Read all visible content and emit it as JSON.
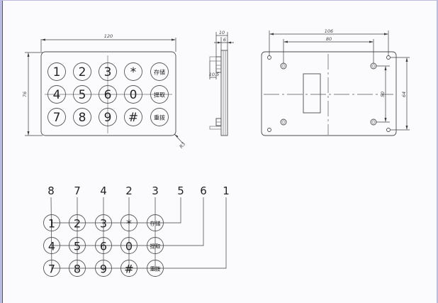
{
  "drawing": {
    "front_view": {
      "keys": [
        [
          "1",
          "2",
          "3",
          "*",
          "存储"
        ],
        [
          "4",
          "5",
          "6",
          "0",
          "提取"
        ],
        [
          "7",
          "8",
          "9",
          "#",
          "重拨"
        ]
      ],
      "dim_width": "120",
      "dim_height": "76",
      "dim_radius": "R3"
    },
    "side_view": {
      "dim_total": "10",
      "dim_plate": "6",
      "dim_pin": "10.5"
    },
    "back_view": {
      "dim_outer_holes": "106",
      "dim_inner_holes": "80",
      "dim_inner_vertical": "50",
      "dim_outer_vertical": "64"
    },
    "wiring_diagram": {
      "pin_labels": [
        "8",
        "7",
        "4",
        "2",
        "3",
        "5",
        "6",
        "1"
      ],
      "keys": [
        [
          "1",
          "2",
          "3",
          "*",
          "存储"
        ],
        [
          "4",
          "5",
          "6",
          "0",
          "提取"
        ],
        [
          "7",
          "8",
          "9",
          "#",
          "重拨"
        ]
      ]
    }
  }
}
